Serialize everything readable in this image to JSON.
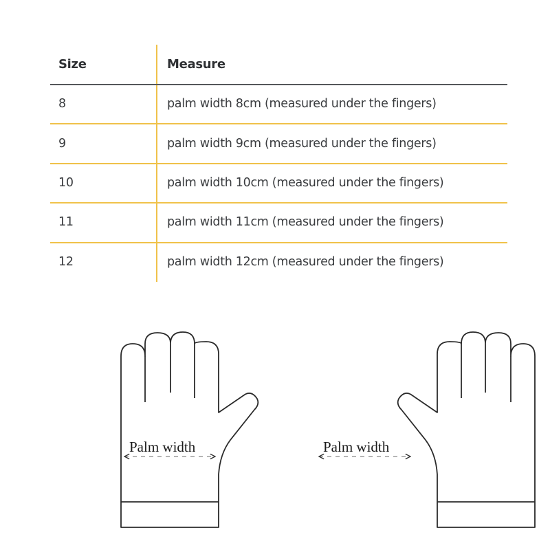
{
  "table": {
    "headers": {
      "size": "Size",
      "measure": "Measure"
    },
    "rows": [
      {
        "size": "8",
        "measure": "palm width 8cm (measured under the fingers)"
      },
      {
        "size": "9",
        "measure": "palm width 9cm (measured under the fingers)"
      },
      {
        "size": "10",
        "measure": "palm width 10cm (measured under the fingers)"
      },
      {
        "size": "11",
        "measure": "palm width 11cm (measured under the fingers)"
      },
      {
        "size": "12",
        "measure": "palm width 12cm (measured under the fingers)"
      }
    ],
    "colors": {
      "header_rule": "#55575a",
      "row_rule": "#f0c24a",
      "text": "#3a3c3f"
    }
  },
  "illustration": {
    "left_glove_label": "Palm width",
    "right_glove_label": "Palm width"
  }
}
